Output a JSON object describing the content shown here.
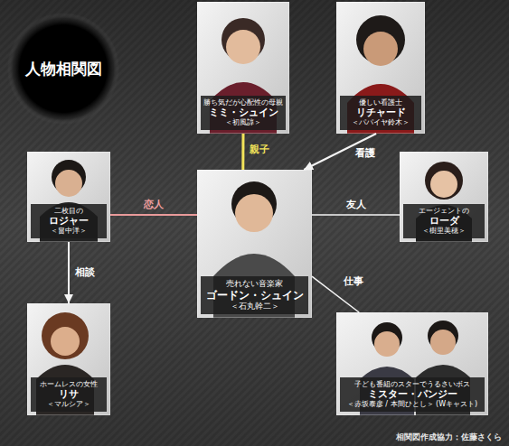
{
  "diagram": {
    "title": "人物相関図",
    "nodes": [
      {
        "text": [
          "勝ち気だが心配性の母親",
          "ミミ・シュイン",
          "＜初風諄＞"
        ]
      },
      {
        "text": [
          "優しい看護士",
          "リチャード",
          "＜パパイヤ鈴木＞"
        ]
      },
      {
        "text": [
          "二枚目の",
          "ロジャー",
          "＜畠中洋＞"
        ]
      },
      {
        "text": [
          "売れない音楽家",
          "ゴードン・シュイン",
          "＜石丸幹二＞"
        ]
      },
      {
        "text": [
          "エージェントの",
          "ローダ",
          "＜樹里美穂＞"
        ]
      },
      {
        "text": [
          "ホームレスの女性",
          "リサ",
          "＜マルシア＞"
        ]
      },
      {
        "text": [
          "子ども番組のスターでうるさいボス",
          "ミスター・パンジー",
          "＜赤坂泰彦 / 本間ひとし＞ (Wキャスト)"
        ]
      }
    ],
    "edges": [
      {
        "from": 0,
        "to": 3,
        "label": "親子",
        "arrow": "none"
      },
      {
        "from": 1,
        "to": 3,
        "label": "看護",
        "arrow": "to"
      },
      {
        "from": 2,
        "to": 3,
        "label": "恋人",
        "arrow": "none"
      },
      {
        "from": 3,
        "to": 4,
        "label": "友人",
        "arrow": "none"
      },
      {
        "from": 3,
        "to": 6,
        "label": "仕事",
        "arrow": "none"
      },
      {
        "from": 2,
        "to": 5,
        "label": "相談",
        "arrow": "to"
      }
    ],
    "labels": [
      "相関図作成協力：佐藤さくら"
    ]
  }
}
